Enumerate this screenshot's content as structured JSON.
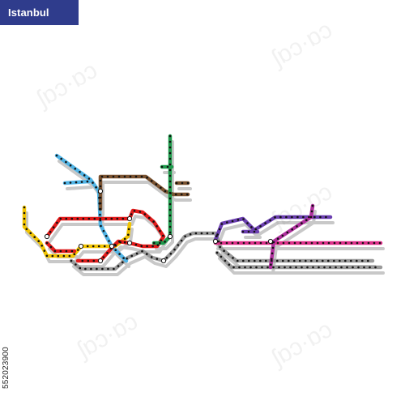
{
  "title": "Istanbul",
  "image_id": "552023900",
  "colors": {
    "banner": "#2f3c8c",
    "shadow": "#c8c8c8",
    "station_fill": "#ffffff",
    "station_dot": "#111111"
  },
  "lines": [
    {
      "name": "line-blue",
      "color": "#4fb4e6"
    },
    {
      "name": "line-yellow",
      "color": "#f2c400"
    },
    {
      "name": "line-red",
      "color": "#e21b1b"
    },
    {
      "name": "line-brown",
      "color": "#7a5230"
    },
    {
      "name": "line-green",
      "color": "#1e9a4b"
    },
    {
      "name": "line-gray",
      "color": "#9a9a9a"
    },
    {
      "name": "line-purple",
      "color": "#6b3fb0"
    },
    {
      "name": "line-pink",
      "color": "#e0308c"
    },
    {
      "name": "line-magenta",
      "color": "#b0309e"
    }
  ]
}
